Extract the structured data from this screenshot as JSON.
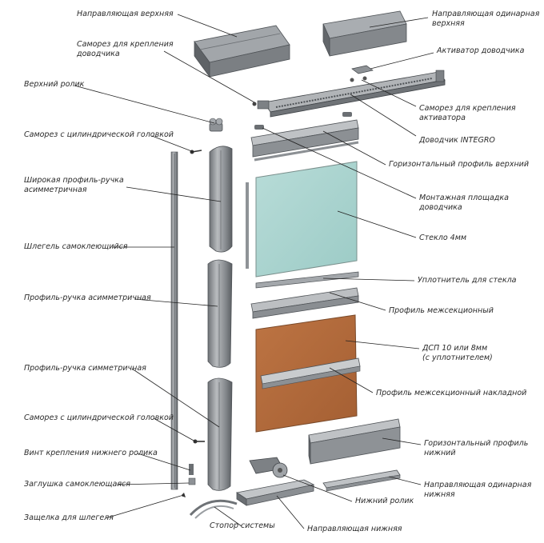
{
  "labels": {
    "guide_top": "Направляющая верхняя",
    "guide_single_top": "Направляющая одинарная\nверхняя",
    "screw_closer": "Саморез для крепления\nдоводчика",
    "activator": "Активатор доводчика",
    "top_roller": "Верхний ролик",
    "screw_activator": "Саморез для крепления\nактиватора",
    "screw_cyl_top": "Саморез с цилиндрической головкой",
    "closer_integro": "Доводчик INTEGRO",
    "horiz_profile_top": "Горизонтальный профиль верхний",
    "wide_handle": "Широкая профиль-ручка\nасимметричная",
    "mount_pad": "Монтажная площадка\nдоводчика",
    "brush_seal": "Шлегель самоклеющийся",
    "glass": "Стекло 4мм",
    "handle_asym": "Профиль-ручка асимметричная",
    "glass_seal": "Уплотнитель для стекла",
    "mid_profile": "Профиль межсекционный",
    "dsp": "ДСП 10 или 8мм\n(с уплотнителем)",
    "handle_sym": "Профиль-ручка симметричная",
    "mid_overlay": "Профиль межсекционный накладной",
    "screw_cyl_bottom": "Саморез с цилиндрической головкой",
    "horiz_profile_bottom": "Горизонтальный профиль\nнижний",
    "screw_bottom_roller": "Винт крепления нижнего ролика",
    "plug": "Заглушка самоклеющаяся",
    "guide_single_bottom": "Направляющая одинарная\nнижняя",
    "bottom_roller": "Нижний ролик",
    "latch": "Защелка для шлегеля",
    "stopper": "Стопор системы",
    "guide_bottom": "Направляющая нижняя"
  },
  "colors": {
    "metal_light": "#b9bcbf",
    "metal_mid": "#8e9296",
    "metal_dark": "#5e6266",
    "glass": "#a9d3cf",
    "dsp": "#b36b3c",
    "leader": "#222222",
    "text": "#2a2a2a"
  }
}
